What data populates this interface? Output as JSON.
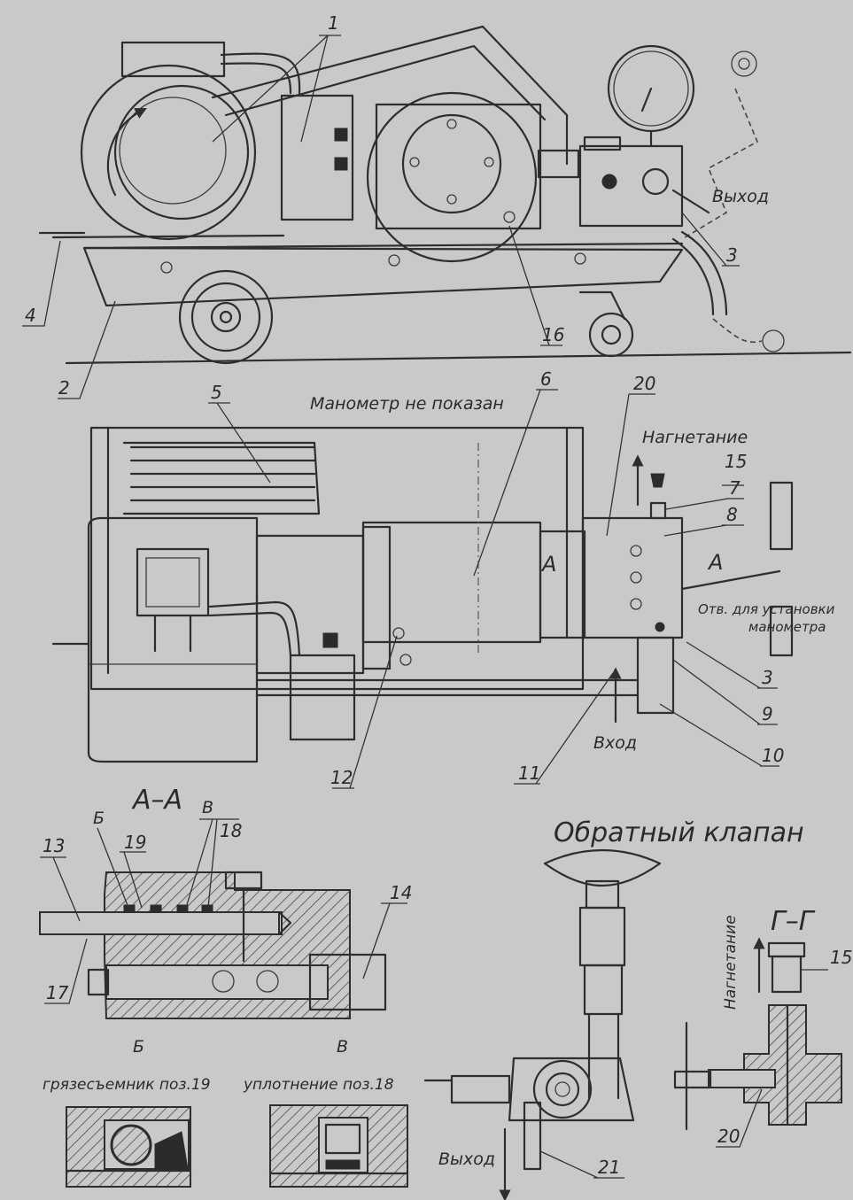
{
  "labels": {
    "outlet": "Выход",
    "manometer_not_shown": "Манометр не показан",
    "discharge": "Нагнетание",
    "gauge_port_1": "Отв. для установки",
    "gauge_port_2": "манометра",
    "inlet": "Вход",
    "section_aa": "А–А",
    "section_mark_a": "А",
    "section_b": "Б",
    "section_v": "В",
    "wiper": "грязесъемник поз.19",
    "seal": "уплотнение поз.18",
    "check_valve": "Обратный клапан",
    "section_gg": "Г–Г",
    "outlet_2": "Выход",
    "discharge_2": "Нагнетание"
  },
  "positions": {
    "p1": "1",
    "p2": "2",
    "p3": "3",
    "p4": "4",
    "p5": "5",
    "p6": "6",
    "p7": "7",
    "p8": "8",
    "p9": "9",
    "p10": "10",
    "p11": "11",
    "p12": "12",
    "p13": "13",
    "p14": "14",
    "p15": "15",
    "p16": "16",
    "p17": "17",
    "p18": "18",
    "p19": "19",
    "p20": "20",
    "p21": "21"
  }
}
